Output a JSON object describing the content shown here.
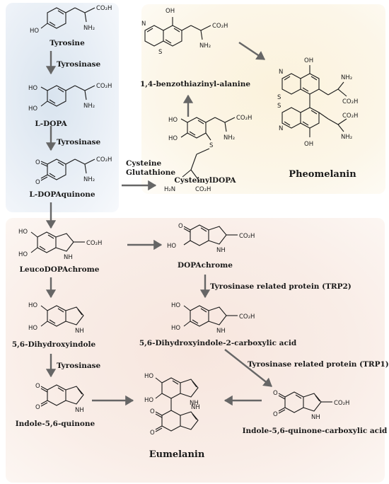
{
  "compounds": {
    "tyrosine": "Tyrosine",
    "ldopa": "L-DOPA",
    "ldopaquinone": "L-DOPAquinone",
    "leucodopachrome": "LeucoDOPAchrome",
    "dopachrome": "DOPAchrome",
    "dihydroxyindole": "5,6-Dihydroxyindole",
    "dhica": "5,6-Dihydroxyindole-2-carboxylic acid",
    "indolequinone": "Indole-5,6-quinone",
    "iqca": "Indole-5,6-quinone-carboxylic acid",
    "cysteinyldopa": "CysteinylDOPA",
    "benzothiazinyl": "1,4-benzothiazinyl-alanine",
    "pheomelanin": "Pheomelanin",
    "eumelanin": "Eumelanin"
  },
  "enzymes": {
    "tyrosinase": "Tyrosinase",
    "trp2": "Tyrosinase related protein (TRP2)",
    "trp1": "Tyrosinase related protein (TRP1)",
    "cysteine": "Cysteine",
    "glutathione": "Glutathione"
  },
  "atoms": {
    "co2h": "CO₂H",
    "nh2": "NH₂",
    "ho": "HO",
    "oh": "OH",
    "o": "O",
    "nh": "NH",
    "n": "N",
    "s": "S",
    "h2n": "H₂N"
  },
  "colors": {
    "top_panel": "#dfe8f1",
    "pheomelanin_panel": "#fbf3e0",
    "eumelanin_panel": "#f8e8e0",
    "arrow": "#666666"
  }
}
